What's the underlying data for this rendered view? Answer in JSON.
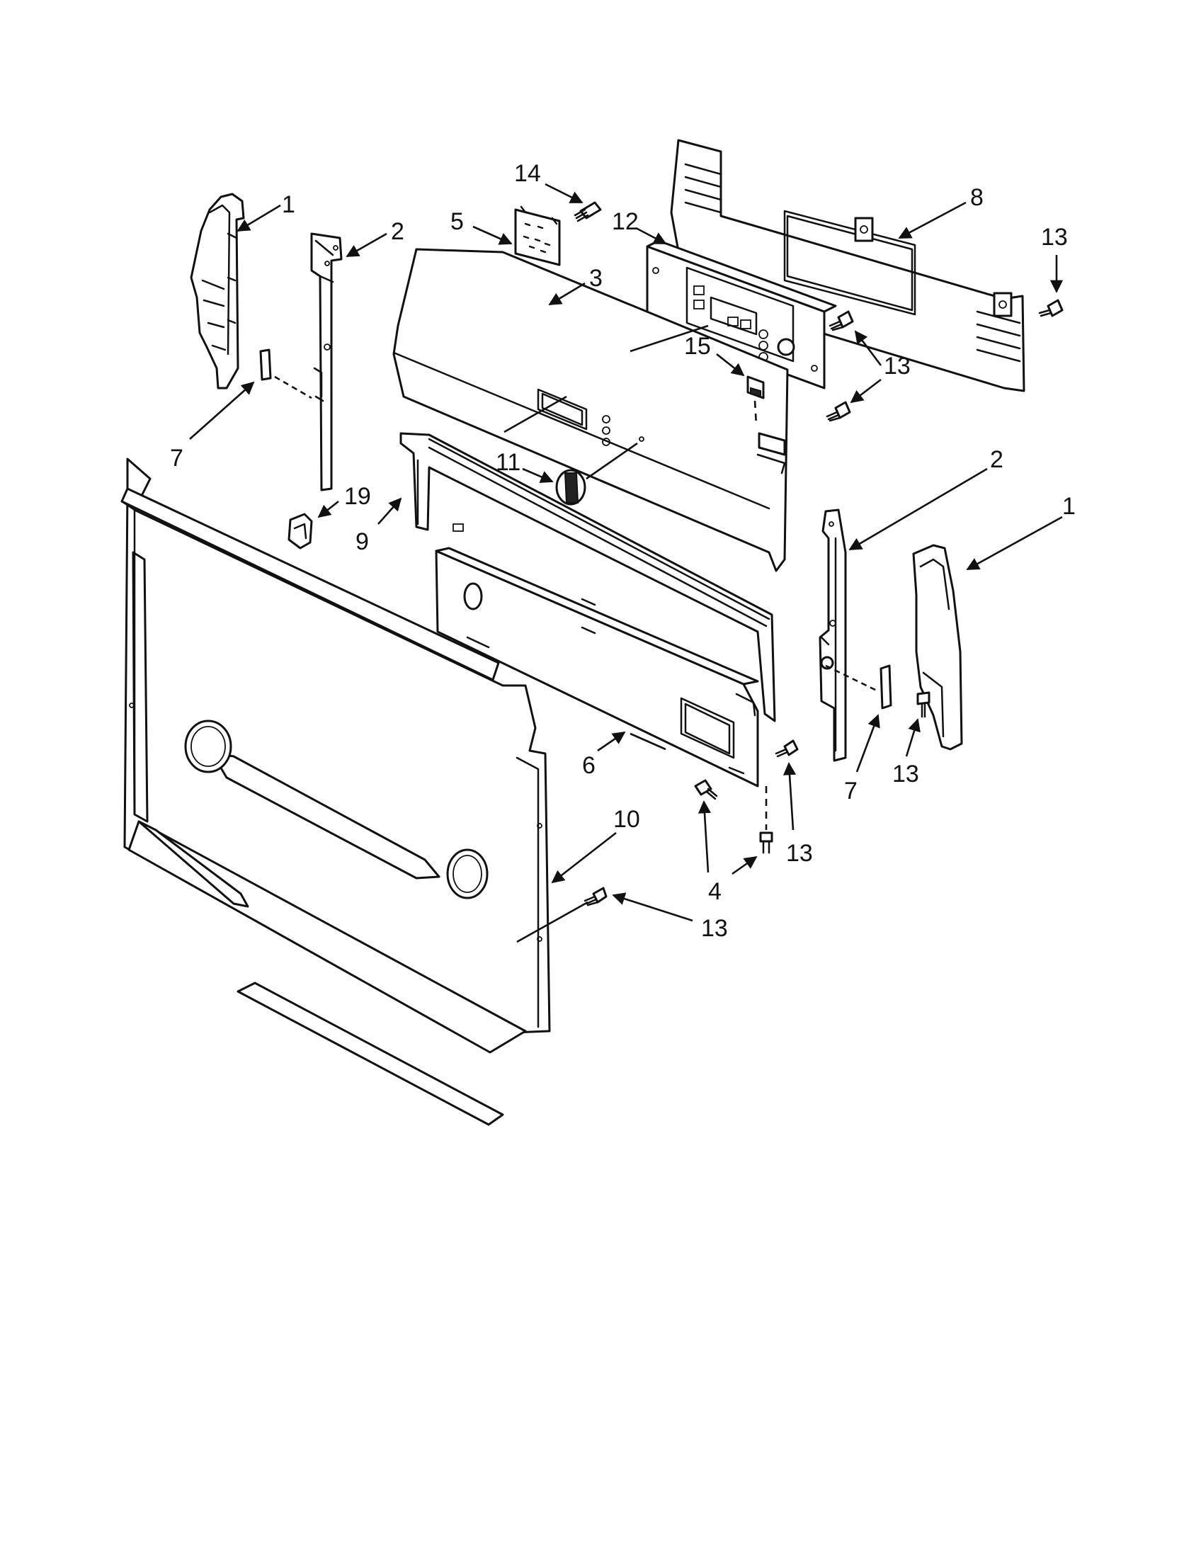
{
  "callouts": [
    {
      "id": "c1a",
      "label": "1"
    },
    {
      "id": "c1b",
      "label": "1"
    },
    {
      "id": "c2a",
      "label": "2"
    },
    {
      "id": "c2b",
      "label": "2"
    },
    {
      "id": "c3",
      "label": "3"
    },
    {
      "id": "c4",
      "label": "4"
    },
    {
      "id": "c5",
      "label": "5"
    },
    {
      "id": "c6",
      "label": "6"
    },
    {
      "id": "c7a",
      "label": "7"
    },
    {
      "id": "c7b",
      "label": "7"
    },
    {
      "id": "c8",
      "label": "8"
    },
    {
      "id": "c9",
      "label": "9"
    },
    {
      "id": "c10",
      "label": "10"
    },
    {
      "id": "c11",
      "label": "11"
    },
    {
      "id": "c12",
      "label": "12"
    },
    {
      "id": "c13a",
      "label": "13"
    },
    {
      "id": "c13b",
      "label": "13"
    },
    {
      "id": "c13c",
      "label": "13"
    },
    {
      "id": "c13d",
      "label": "13"
    },
    {
      "id": "c13e",
      "label": "13"
    },
    {
      "id": "c14",
      "label": "14"
    },
    {
      "id": "c15",
      "label": "15"
    },
    {
      "id": "c19",
      "label": "19"
    }
  ]
}
